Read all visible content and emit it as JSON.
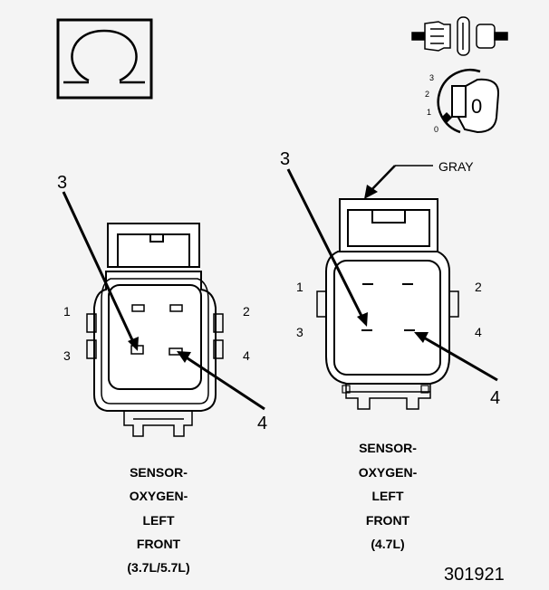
{
  "left_connector": {
    "pin_labels": [
      "1",
      "2",
      "3",
      "4"
    ],
    "callouts": [
      "3",
      "4"
    ],
    "caption": [
      "SENSOR-",
      "OXYGEN-",
      "LEFT",
      "FRONT",
      "(3.7L/5.7L)"
    ]
  },
  "right_connector": {
    "wire_color_label": "GRAY",
    "pin_labels": [
      "1",
      "2",
      "3",
      "4"
    ],
    "callouts": [
      "3",
      "4"
    ],
    "caption": [
      "SENSOR-",
      "OXYGEN-",
      "LEFT",
      "FRONT",
      "(4.7L)"
    ]
  },
  "ignition_switch": {
    "positions": [
      "3",
      "2",
      "1",
      "0"
    ],
    "key_position": "0"
  },
  "figure_number": "301921"
}
